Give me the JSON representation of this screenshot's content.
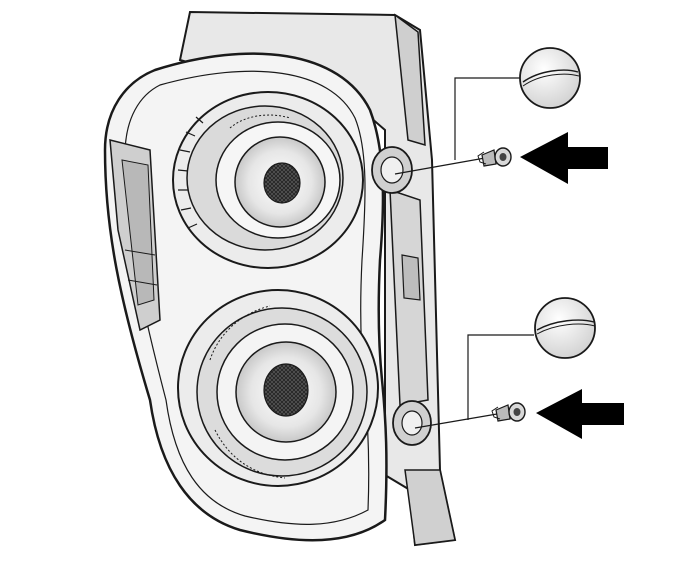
{
  "figure": {
    "subject": "tail-lamp-assembly",
    "callouts": [
      {
        "id": "upper",
        "icon": "screw-head-detail-icon",
        "fastener": "screw-icon",
        "pointer": "arrow-left-icon"
      },
      {
        "id": "lower",
        "icon": "screw-head-detail-icon",
        "fastener": "screw-icon",
        "pointer": "arrow-left-icon"
      }
    ],
    "colors": {
      "line": "#1a1a1a",
      "fill_light": "#f2f2f2",
      "fill_mid": "#d9d9d9",
      "fill_dark": "#b8b8b8",
      "arrow": "#000000"
    }
  }
}
